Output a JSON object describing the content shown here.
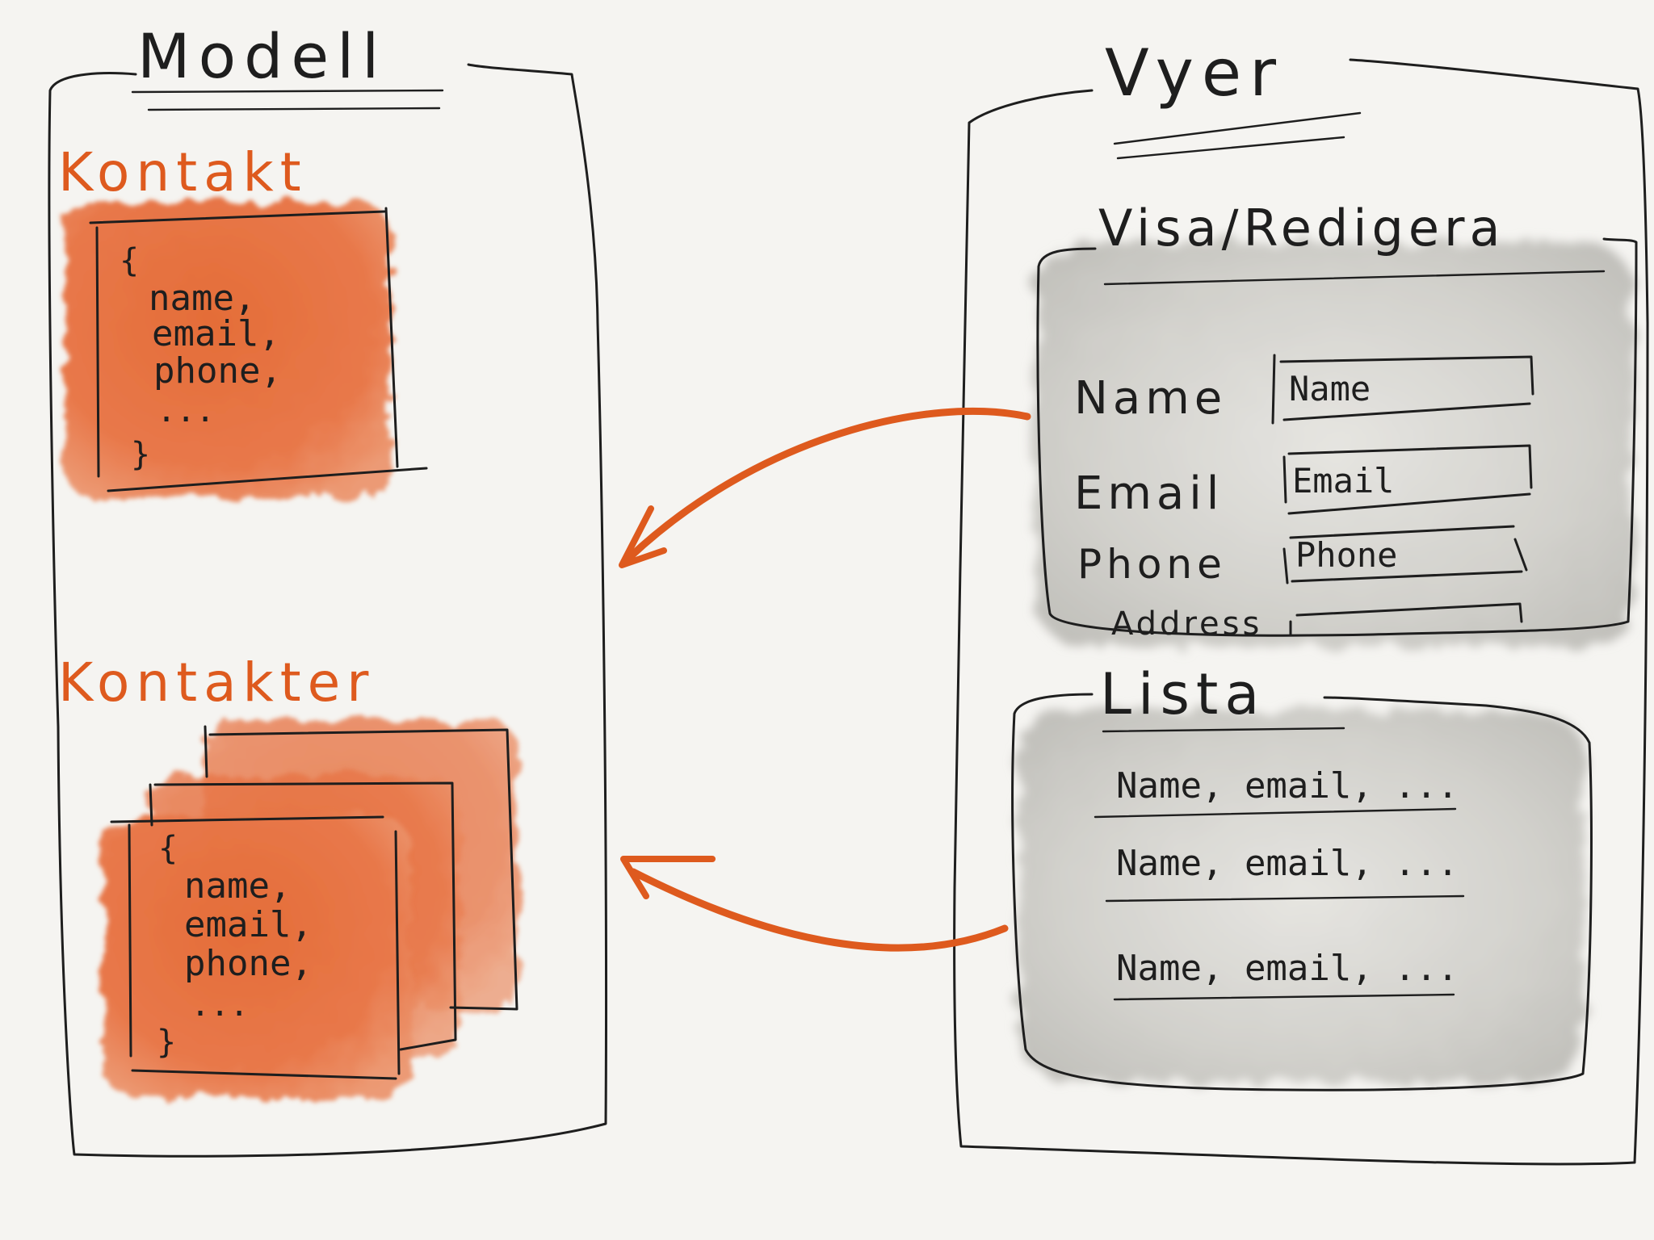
{
  "colors": {
    "paper": "#f5f4f1",
    "ink": "#1e1e1e",
    "accent": "#de5a1e",
    "orange_wash": "#e8703c",
    "gray_wash": "#c4c4bf"
  },
  "model": {
    "title": "Modell",
    "kontakt": {
      "title": "Kontakt",
      "code": [
        "{",
        "name,",
        "email,",
        "phone,",
        "...",
        "}"
      ]
    },
    "kontakter": {
      "title": "Kontakter",
      "code": [
        "{",
        "name,",
        "email,",
        "phone,",
        "...",
        "}"
      ]
    }
  },
  "views": {
    "title": "Vyer",
    "edit": {
      "title": "Visa/Redigera",
      "fields": [
        {
          "label": "Name",
          "value": "Name"
        },
        {
          "label": "Email",
          "value": "Email"
        },
        {
          "label": "Phone",
          "value": "Phone"
        },
        {
          "label": "Address",
          "value": ""
        }
      ]
    },
    "list": {
      "title": "Lista",
      "rows": [
        "Name, email, ...",
        "Name, email, ...",
        "Name, email, ..."
      ]
    }
  }
}
